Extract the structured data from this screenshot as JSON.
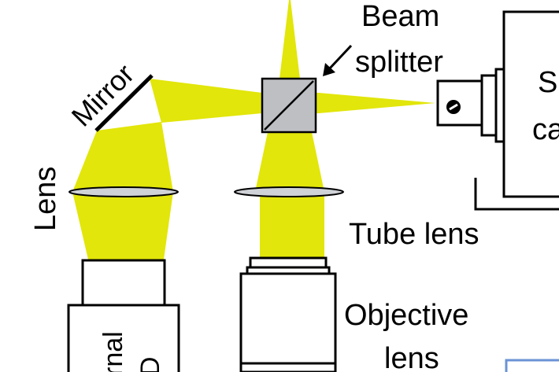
{
  "labels": {
    "beam": "Beam",
    "splitter": "splitter",
    "mirror": "Mirror",
    "lens": "Lens",
    "tube_lens": "Tube lens",
    "objective": "Objective",
    "objective_lens": "lens",
    "camera_line1": "S",
    "camera_line2": "ca",
    "led_line1": "rnal",
    "led_line2": "D"
  },
  "colors": {
    "beam": "#e2e60a",
    "splitter_fill": "#bdbfc3",
    "outline": "#000000",
    "lens_fill": "#cfd2d6",
    "accent_box": "#6b93d6",
    "background": "#ffffff"
  }
}
